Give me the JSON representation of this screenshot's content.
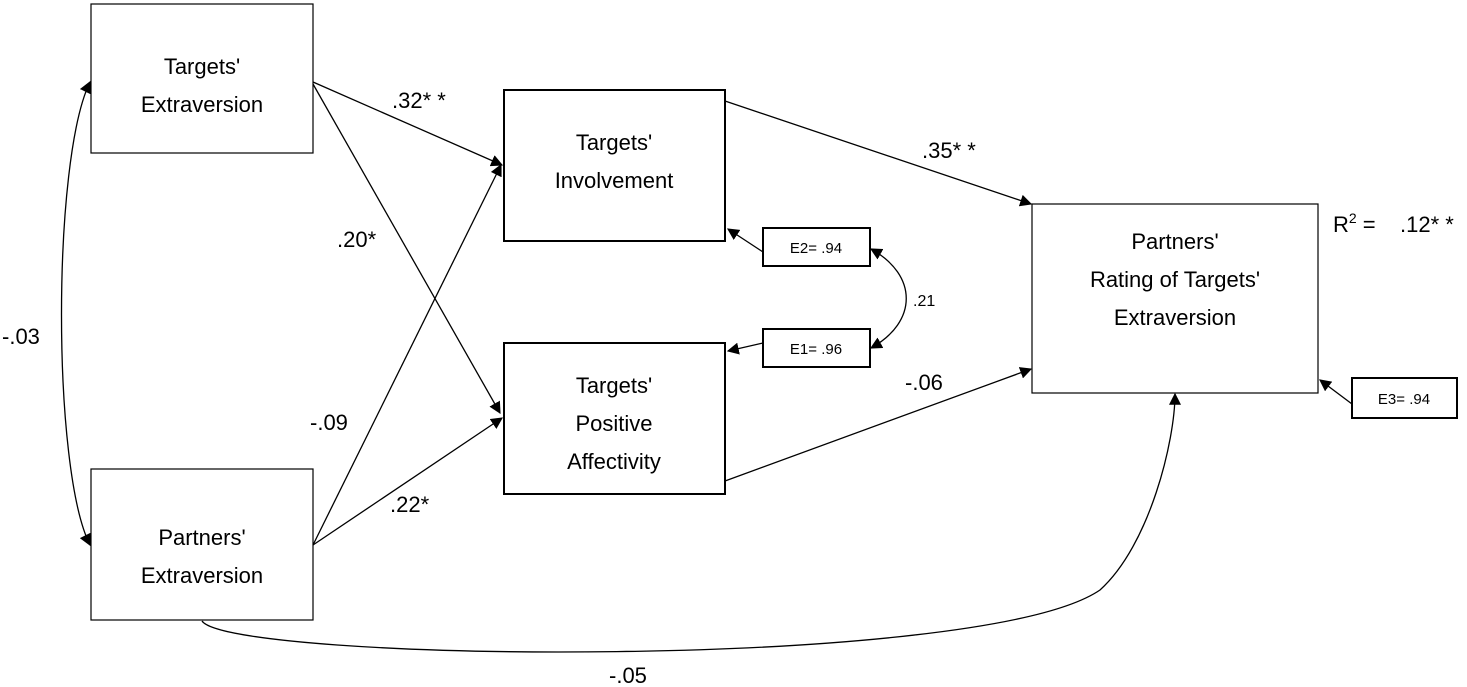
{
  "nodes": {
    "targets_extraversion": [
      "Targets'",
      "Extraversion"
    ],
    "partners_extraversion": [
      "Partners'",
      "Extraversion"
    ],
    "targets_involvement": [
      "Targets'",
      "Involvement"
    ],
    "targets_positive_affectivity": [
      "Targets'",
      "Positive",
      "Affectivity"
    ],
    "partners_rating": [
      "Partners'",
      "Rating of Targets'",
      "Extraversion"
    ]
  },
  "errors": {
    "e2": "E2= .94",
    "e1": "E1= .96",
    "e3": "E3= .94"
  },
  "paths": {
    "te_to_ti": ".32* *",
    "te_to_tpa": ".20*",
    "pe_to_ti": "-.09",
    "pe_to_tpa": ".22*",
    "ti_to_pr": ".35* *",
    "tpa_to_pr": "-.06",
    "te_pe_corr": "-.03",
    "pe_to_pr": "-.05",
    "e1_e2_corr": ".21"
  },
  "r_squared": {
    "label": "R",
    "superscript": "2",
    "equals": " =",
    "value": ".12* *"
  }
}
